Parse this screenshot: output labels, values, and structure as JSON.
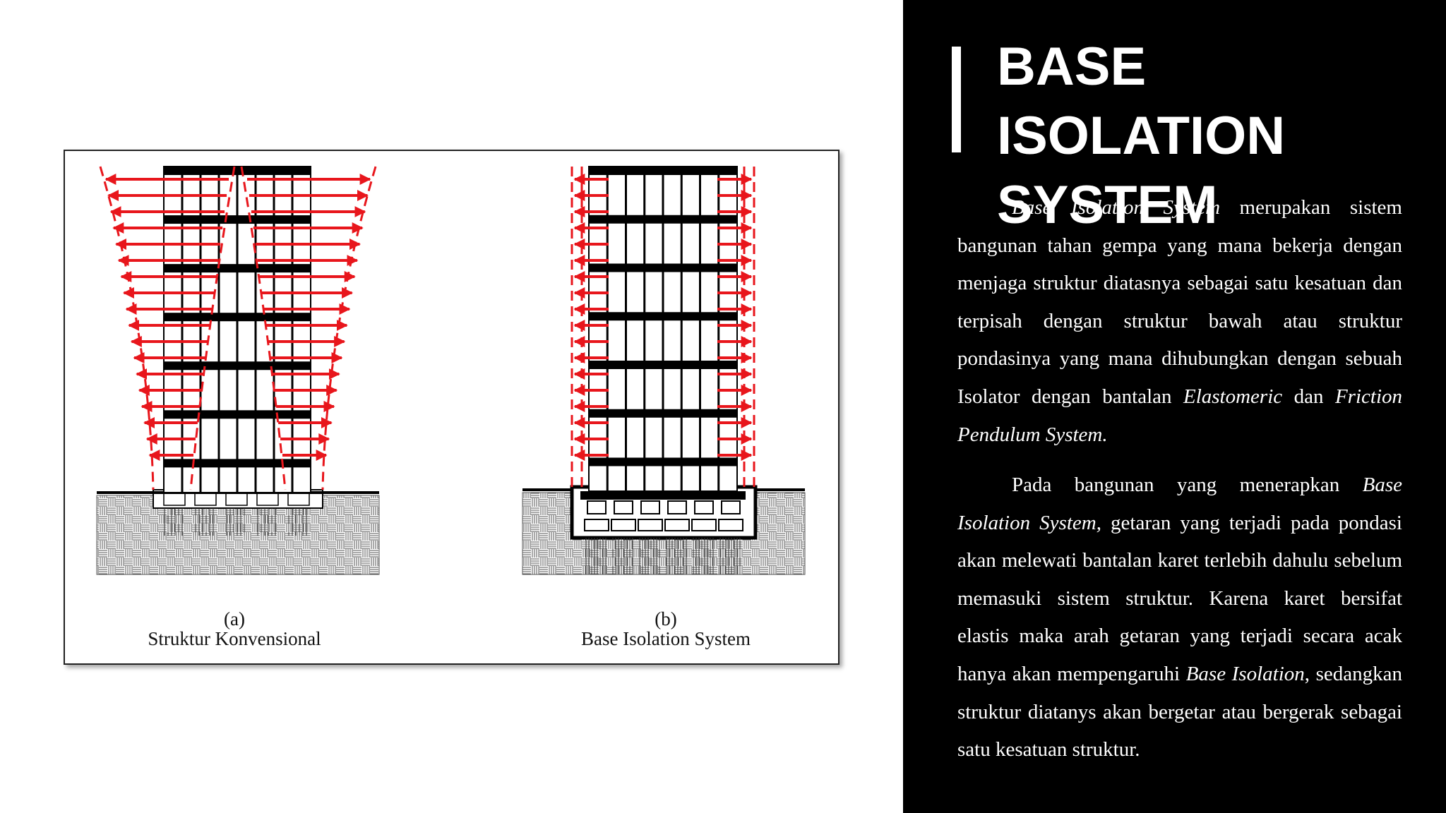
{
  "figure": {
    "caption_a_letter": "(a)",
    "caption_a": "Struktur Konvensional",
    "caption_b_letter": "(b)",
    "caption_b": "Base Isolation System",
    "arrow_color": "#e8161c"
  },
  "slide": {
    "title_line1": "BASE ISOLATION",
    "title_line2": "SYSTEM",
    "p1": {
      "i1": "Base Isolation System",
      "t1": " merupakan sistem bangunan tahan gempa yang mana bekerja dengan menjaga struktur diatasnya sebagai satu kesatuan dan terpisah dengan struktur bawah atau struktur pondasinya yang mana dihubungkan dengan sebuah Isolator dengan bantalan ",
      "i2": "Elastomeric",
      "t2": " dan ",
      "i3": "Friction Pendulum System."
    },
    "p2": {
      "t1": "Pada bangunan yang menerapkan ",
      "i1": "Base Isolation System,",
      "t2": " getaran yang terjadi pada pondasi akan melewati bantalan karet terlebih dahulu sebelum memasuki sistem struktur. Karena karet bersifat elastis maka arah getaran yang terjadi secara acak hanya akan mempengaruhi ",
      "i2": "Base Isolation",
      "t3": ", sedangkan struktur diatanys akan bergetar atau bergerak sebagai satu kesatuan struktur."
    }
  }
}
